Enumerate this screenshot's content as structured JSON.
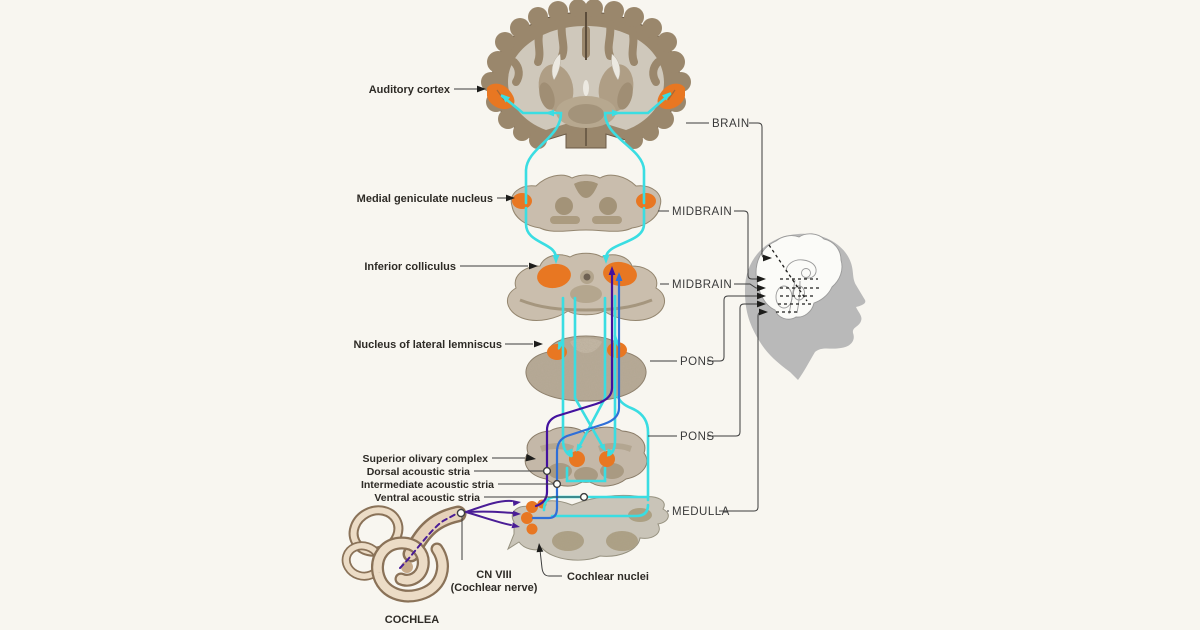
{
  "title": "Ascending auditory pathway diagram",
  "colors": {
    "background": "#f8f6f0",
    "pathway_primary_cyan": "#3adde2",
    "dorsal_stria_indigo": "#43129e",
    "intermediate_stria_blue": "#2f6fd8",
    "cochlear_nerve_purple": "#4a1d96",
    "highlight_orange": "#e87722",
    "section_tan": "#c7bbab",
    "cortex_brown": "#9a876c",
    "head_silhouette_gray": "#b8b8b8",
    "label_text": "#2e2b26"
  },
  "left_labels": [
    {
      "id": "auditory-cortex",
      "label": "Auditory cortex"
    },
    {
      "id": "medial-geniculate-nucleus",
      "label": "Medial geniculate nucleus"
    },
    {
      "id": "inferior-colliculus",
      "label": "Inferior colliculus"
    },
    {
      "id": "nucleus-of-lateral-lemniscus",
      "label": "Nucleus of lateral lemniscus"
    },
    {
      "id": "superior-olivary-complex",
      "label": "Superior olivary complex"
    },
    {
      "id": "dorsal-acoustic-stria",
      "label": "Dorsal acoustic stria"
    },
    {
      "id": "intermediate-acoustic-stria",
      "label": "Intermediate acoustic stria"
    },
    {
      "id": "ventral-acoustic-stria",
      "label": "Ventral acoustic stria"
    }
  ],
  "bottom_labels": {
    "cn_viii_line1": "CN VIII",
    "cn_viii_line2": "(Cochlear nerve)",
    "cochlear_nuclei": "Cochlear nuclei",
    "cochlea": "COCHLEA"
  },
  "right_labels": [
    {
      "id": "brain",
      "label": "BRAIN"
    },
    {
      "id": "midbrain-upper",
      "label": "MIDBRAIN"
    },
    {
      "id": "midbrain-lower",
      "label": "MIDBRAIN"
    },
    {
      "id": "pons-upper",
      "label": "PONS"
    },
    {
      "id": "pons-lower",
      "label": "PONS"
    },
    {
      "id": "medulla",
      "label": "MEDULLA"
    }
  ]
}
